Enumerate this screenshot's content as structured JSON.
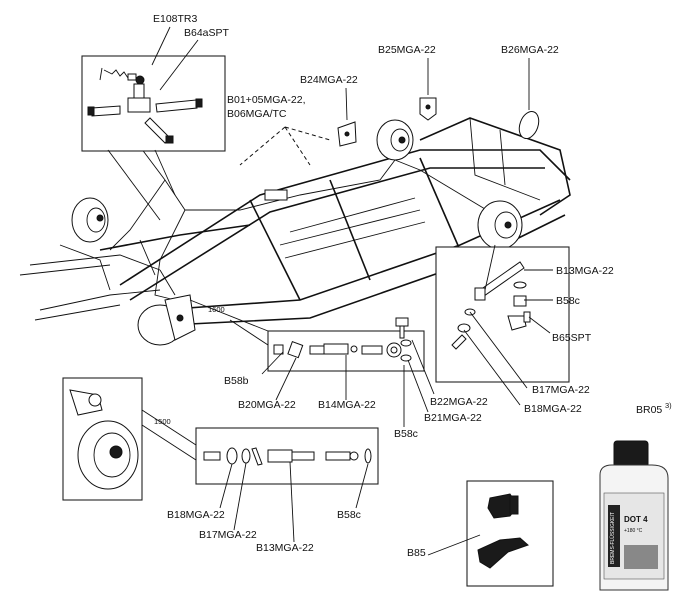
{
  "labels": {
    "e108tr3": "E108TR3",
    "b64aspt": "B64aSPT",
    "b01": "B01+05MGA-22,",
    "b06": "B06MGA/TC",
    "b24": "B24MGA-22",
    "b25": "B25MGA-22",
    "b26": "B26MGA-22",
    "b13_right": "B13MGA-22",
    "b58c_right": "B58c",
    "b65spt": "B65SPT",
    "b17_right": "B17MGA-22",
    "b18_right": "B18MGA-22",
    "b22": "B22MGA-22",
    "b21": "B21MGA-22",
    "b58c_mid": "B58c",
    "b14": "B14MGA-22",
    "b20": "B20MGA-22",
    "b58b": "B58b",
    "b18_bottom": "B18MGA-22",
    "b17_bottom": "B17MGA-22",
    "b13_bottom": "B13MGA-22",
    "b58c_bottom": "B58c",
    "b85": "B85",
    "br05": "BR05",
    "br05_sup": "3)",
    "mark_1600": "1600",
    "mark_1500": "1500"
  },
  "bottle": {
    "brand_text": "BREMS-FLÜSSIGKEIT",
    "product": "DOT 4",
    "spec": "+180 °C"
  }
}
